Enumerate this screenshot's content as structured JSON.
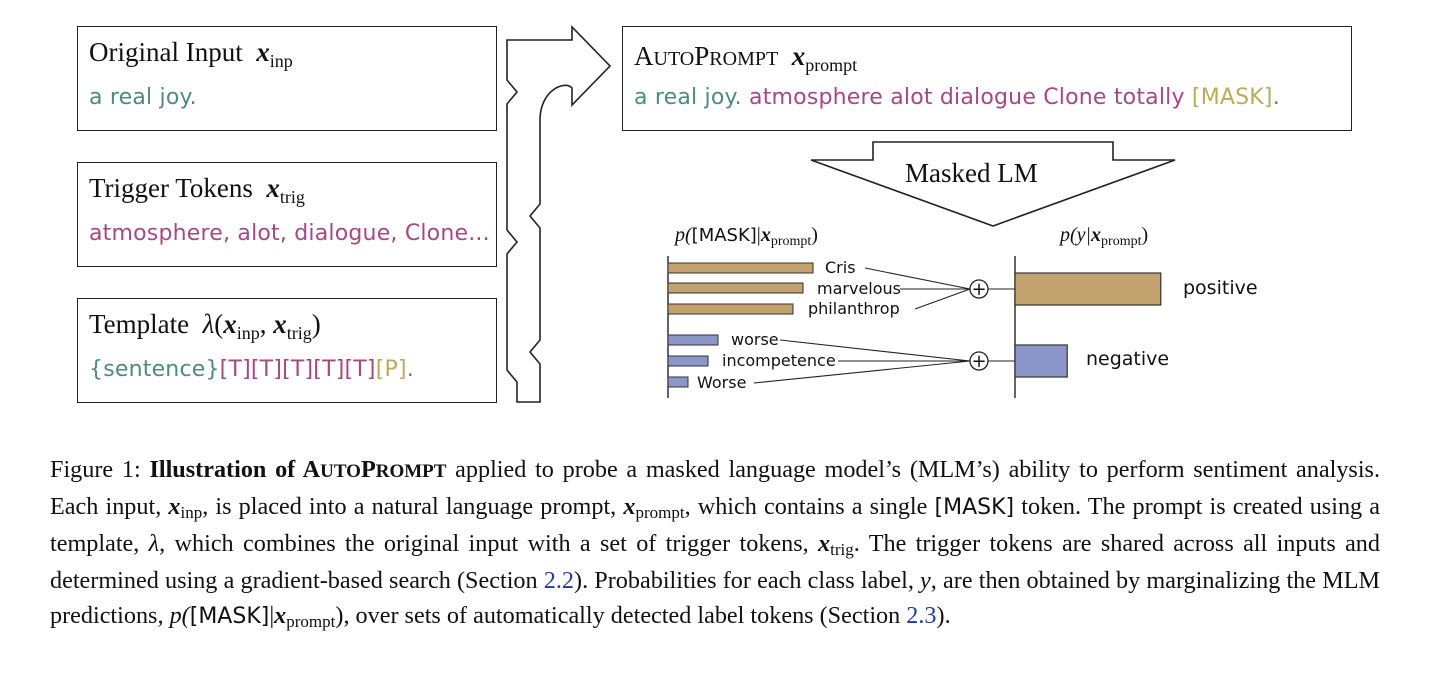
{
  "figure": {
    "original_input": {
      "title": "Original Input",
      "var": "x",
      "sub": "inp",
      "text": "a real joy."
    },
    "trigger_tokens": {
      "title": "Trigger Tokens",
      "var": "x",
      "sub": "trig",
      "text": "atmosphere, alot, dialogue, Clone..."
    },
    "template": {
      "title": "Template",
      "lambda": "λ",
      "lparen": "(",
      "var1": "x",
      "sub1": "inp",
      "comma": ", ",
      "var2": "x",
      "sub2": "trig",
      "rparen": ")",
      "sentence": "{sentence}",
      "triggers": "[T][T][T][T][T]",
      "predict": "[P]",
      "end": "."
    },
    "autoprompt": {
      "title_cap1": "A",
      "title_rest1": "UTO",
      "title_cap2": "P",
      "title_rest2": "ROMPT",
      "var": "x",
      "sub": "prompt",
      "input_text": "a real joy.",
      "trigger_text": "atmosphere alot dialogue Clone totally",
      "mask_text": "[MASK]",
      "end": "."
    },
    "mlm": {
      "label": "Masked LM"
    },
    "left_axis_title": {
      "p": "p(",
      "mask": "[MASK]",
      "bar": "|",
      "var": "x",
      "sub": "prompt",
      "close": ")"
    },
    "right_axis_title": {
      "p": "p(y|",
      "var": "x",
      "sub": "prompt",
      "close": ")"
    },
    "plus": "+"
  },
  "colors": {
    "input": "#4e8b7d",
    "trigger": "#a74886",
    "mask": "#b7ae5b",
    "positive": "#c4a26d",
    "negative": "#8d96c8",
    "ref": "#1f3f94"
  },
  "chart_data": [
    {
      "type": "bar",
      "orientation": "horizontal",
      "categories": [
        "Cris",
        "marvelous",
        "philanthrop",
        "worse",
        "incompetence",
        "Worse"
      ],
      "series": [
        {
          "name": "positive",
          "values": [
            0.29,
            0.27,
            0.25,
            0,
            0,
            0
          ]
        },
        {
          "name": "negative",
          "values": [
            0,
            0,
            0,
            0.1,
            0.08,
            0.04
          ]
        }
      ],
      "title": "",
      "xlabel": "",
      "ylabel": ""
    },
    {
      "type": "bar",
      "orientation": "horizontal",
      "categories": [
        "positive",
        "negative"
      ],
      "values": [
        0.81,
        0.29
      ],
      "title": "",
      "xlabel": "",
      "ylabel": ""
    }
  ],
  "caption": {
    "fig_label": "Figure 1:",
    "bold_lead": "Illustration of ",
    "bold_cap1": "A",
    "bold_rest1": "UTO",
    "bold_cap2": "P",
    "bold_rest2": "ROMPT",
    "t1": " applied to probe a masked language model’s (MLM’s) ability to perform sentiment analysis. Each input, ",
    "v_inp": "x",
    "s_inp": "inp",
    "t2": ", is placed into a natural language prompt, ",
    "v_prompt": "x",
    "s_prompt": "prompt",
    "t3": ", which contains a single ",
    "mask1": "[MASK]",
    "t4": " token. The prompt is created using a template, ",
    "lambda": "λ",
    "t5": ", which combines the original input with a set of trigger tokens, ",
    "v_trig": "x",
    "s_trig": "trig",
    "t6": ". The trigger tokens are shared across all inputs and determined using a gradient-based search (Section ",
    "ref1": "2.2",
    "t7": "). Probabilities for each class label, ",
    "v_y": "y",
    "t8": ", are then obtained by marginalizing the MLM predictions, ",
    "p_open": "p(",
    "mask2": "[MASK]",
    "bar": "|",
    "v_prompt2": "x",
    "s_prompt2": "prompt",
    "p_close": ")",
    "t9": ", over sets of automatically detected label tokens (Section ",
    "ref2": "2.3",
    "t10": ")."
  }
}
